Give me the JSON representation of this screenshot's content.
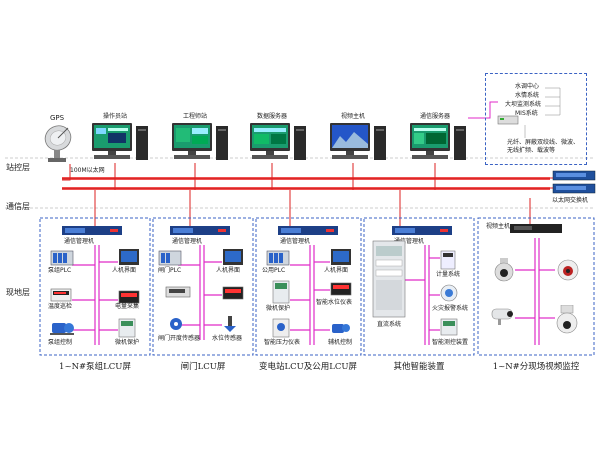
{
  "layers": {
    "station": "站控层",
    "comm": "通信层",
    "field": "现地层"
  },
  "station": {
    "gps": "GPS",
    "workstations": [
      "操作员站",
      "工程师站",
      "数据服务器",
      "视频主机",
      "通信服务器"
    ],
    "network": "100M以太网",
    "ext_systems": [
      "水调中心",
      "水情系统",
      "大坝监测系统",
      "MIS系统"
    ],
    "fiber_note": "光纤、屏蔽双绞线、微波、无线扩频、载波等",
    "ethernet_switch": "以太网交换机"
  },
  "groups": {
    "pump": {
      "manager": "通信管理机",
      "caption": "1~N#泵组LCU屏",
      "items": [
        "泵组PLC",
        "人机界面",
        "温度巡检",
        "电量采集",
        "泵组控制",
        "微机保护"
      ]
    },
    "gate": {
      "manager": "通信管理机",
      "caption": "闸门LCU屏",
      "items": [
        "闸门PLC",
        "人机界面",
        "闸门开度传感器",
        "水位传感器"
      ]
    },
    "substation": {
      "manager": "通信管理机",
      "caption": "变电站LCU及公用LCU屏",
      "items": [
        "公用PLC",
        "人机界面",
        "微机保护",
        "智能水位仪表",
        "智能压力仪表",
        "辅机控制"
      ]
    },
    "other": {
      "manager": "通信管理机",
      "caption": "其他智能装置",
      "items": [
        "直流系统",
        "计量系统",
        "火灾报警系统",
        "智能测控装置"
      ]
    },
    "video": {
      "host": "视频主机",
      "caption": "1~N#分现场视频监控"
    }
  },
  "colors": {
    "bus": "#e0262a",
    "link": "#e02ac8",
    "box": "#3b63c4",
    "monitor": "#1a9c6e"
  }
}
